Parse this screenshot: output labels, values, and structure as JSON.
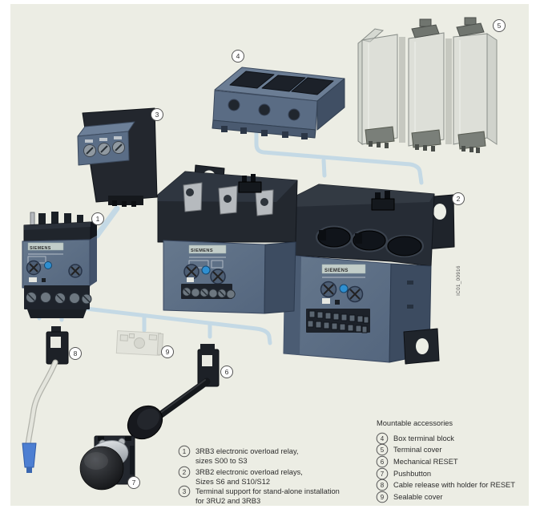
{
  "brand": "SIEMENS",
  "figure_code": "IC01_00916",
  "callouts": [
    "1",
    "2",
    "3",
    "4",
    "5",
    "6",
    "7",
    "8",
    "9"
  ],
  "legend_left": {
    "items": [
      {
        "num": "1",
        "line1": "3RB3 electronic overload relay,",
        "line2": "sizes S00 to S3"
      },
      {
        "num": "2",
        "line1": "3RB2 electronic overload relays,",
        "line2": "Sizes S6 and S10/S12"
      },
      {
        "num": "3",
        "line1": "Terminal support for stand-alone installation",
        "line2": "for 3RU2 and 3RB3"
      }
    ]
  },
  "legend_right": {
    "title": "Mountable accessories",
    "items": [
      {
        "num": "4",
        "label": "Box terminal block"
      },
      {
        "num": "5",
        "label": "Terminal cover"
      },
      {
        "num": "6",
        "label": "Mechanical RESET"
      },
      {
        "num": "7",
        "label": "Pushbutton"
      },
      {
        "num": "8",
        "label": "Cable release with holder for RESET"
      },
      {
        "num": "9",
        "label": "Sealable cover"
      }
    ]
  },
  "colors": {
    "background": "#ecede4",
    "device_body": "#5d7089",
    "device_dark": "#22272e",
    "brand_teal": "#0a9a9a",
    "connector_blue": "#c4d9e5",
    "cable_tip_blue": "#4d7fd2"
  }
}
